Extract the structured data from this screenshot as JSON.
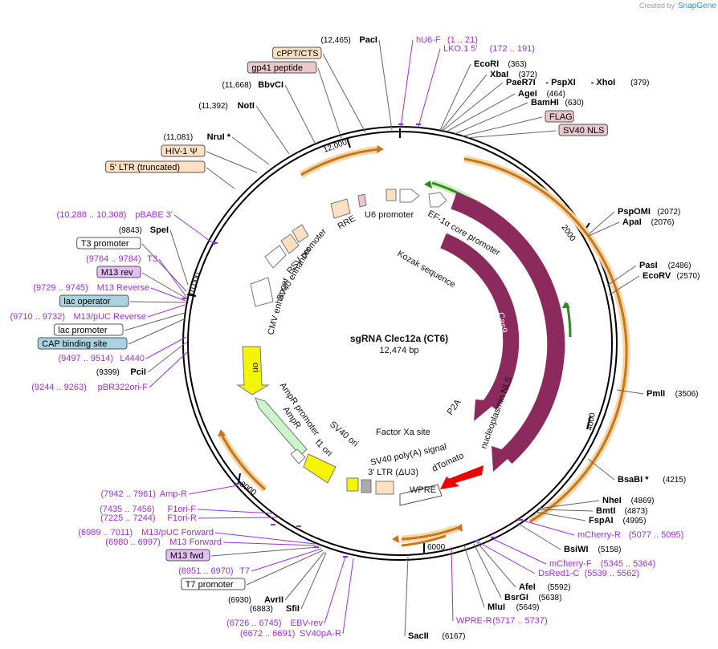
{
  "credit": {
    "created_by": "Created by",
    "brand": "SnapGene"
  },
  "plasmid": {
    "name": "sgRNA Clec12a (CT6)",
    "size": "12,474 bp"
  },
  "ticks": [
    "2000",
    "4000",
    "6000",
    "8000",
    "10,000",
    "12,000"
  ],
  "left_labels": [
    {
      "kind": "site",
      "pos": "(12,465)",
      "name": "PacI"
    },
    {
      "kind": "box",
      "name": "cPPT/CTS",
      "color": "#fde0c2"
    },
    {
      "kind": "box",
      "name": "gp41 peptide",
      "color": "#e8c8cc"
    },
    {
      "kind": "site",
      "pos": "(11,668)",
      "name": "BbvCI"
    },
    {
      "kind": "site",
      "pos": "(11,392)",
      "name": "NotI"
    },
    {
      "kind": "site",
      "pos": "(11,081)",
      "name": "NruI *"
    },
    {
      "kind": "box",
      "name": "HIV-1 Ψ",
      "color": "#fde0c2"
    },
    {
      "kind": "box",
      "name": "5' LTR (truncated)",
      "color": "#fde0c2"
    },
    {
      "kind": "primer",
      "pos": "(10,288 .. 10,308)",
      "name": "pBABE 3'"
    },
    {
      "kind": "site",
      "pos": "(9843)",
      "name": "SpeI"
    },
    {
      "kind": "box",
      "name": "T3 promoter",
      "color": "#ffffff"
    },
    {
      "kind": "primer",
      "pos": "(9764 .. 9784)",
      "name": "T3"
    },
    {
      "kind": "box",
      "name": "M13 rev",
      "color": "#e4bff3"
    },
    {
      "kind": "primer",
      "pos": "(9729 .. 9745)",
      "name": "M13 Reverse"
    },
    {
      "kind": "box",
      "name": "lac operator",
      "color": "#a9d3e0"
    },
    {
      "kind": "primer",
      "pos": "(9710 .. 9732)",
      "name": "M13/pUC Reverse"
    },
    {
      "kind": "box",
      "name": "lac promoter",
      "color": "#ffffff"
    },
    {
      "kind": "box",
      "name": "CAP binding site",
      "color": "#a9d3e0"
    },
    {
      "kind": "primer",
      "pos": "(9497 .. 9514)",
      "name": "L4440"
    },
    {
      "kind": "site",
      "pos": "(9399)",
      "name": "PciI"
    },
    {
      "kind": "primer",
      "pos": "(9244 .. 9263)",
      "name": "pBR322ori-F"
    },
    {
      "kind": "primer",
      "pos": "(7942 .. 7961)",
      "name": "Amp-R"
    },
    {
      "kind": "primer",
      "pos": "(7435 .. 7456)",
      "name": "F1ori-F"
    },
    {
      "kind": "primer",
      "pos": "(7225 .. 7244)",
      "name": "F1ori-R"
    },
    {
      "kind": "primer",
      "pos": "(6989 .. 7011)",
      "name": "M13/pUC Forward"
    },
    {
      "kind": "primer",
      "pos": "(6980 .. 6997)",
      "name": "M13 Forward"
    },
    {
      "kind": "box",
      "name": "M13 fwd",
      "color": "#e4bff3"
    },
    {
      "kind": "primer",
      "pos": "(6951 .. 6970)",
      "name": "T7"
    },
    {
      "kind": "box",
      "name": "T7 promoter",
      "color": "#ffffff"
    },
    {
      "kind": "site",
      "pos": "(6930)",
      "name": "AvrII"
    },
    {
      "kind": "site",
      "pos": "(6883)",
      "name": "SfiI"
    },
    {
      "kind": "primer",
      "pos": "(6726 .. 6745)",
      "name": "EBV-rev"
    },
    {
      "kind": "primer",
      "pos": "(6672 .. 6691)",
      "name": "SV40pA-R"
    }
  ],
  "right_labels": [
    {
      "kind": "primer",
      "name": "hU6-F",
      "pos": "(1 .. 21)"
    },
    {
      "kind": "primer",
      "name": "LKO.1 5'",
      "pos": "(172 .. 191)"
    },
    {
      "kind": "site",
      "name": "EcoRI",
      "pos": "(363)"
    },
    {
      "kind": "site",
      "name": "XbaI",
      "pos": "(372)"
    },
    {
      "kind": "site3",
      "name": "PaeR7I",
      "name2": "- PspXI",
      "name3": "- XhoI",
      "pos": "(379)"
    },
    {
      "kind": "site",
      "name": "AgeI",
      "pos": "(464)"
    },
    {
      "kind": "site",
      "name": "BamHI",
      "pos": "(630)"
    },
    {
      "kind": "box",
      "name": "FLAG",
      "color": "#e8c8cc"
    },
    {
      "kind": "box",
      "name": "SV40 NLS",
      "color": "#e8c8cc"
    },
    {
      "kind": "site",
      "name": "PspOMI",
      "pos": "(2072)"
    },
    {
      "kind": "site",
      "name": "ApaI",
      "pos": "(2076)"
    },
    {
      "kind": "site",
      "name": "PasI",
      "pos": "(2486)"
    },
    {
      "kind": "site",
      "name": "EcoRV",
      "pos": "(2570)"
    },
    {
      "kind": "site",
      "name": "PmlI",
      "pos": "(3506)"
    },
    {
      "kind": "site",
      "name": "BsaBI *",
      "pos": "(4215)"
    },
    {
      "kind": "site",
      "name": "NheI",
      "pos": "(4869)"
    },
    {
      "kind": "site",
      "name": "BmtI",
      "pos": "(4873)"
    },
    {
      "kind": "site",
      "name": "FspAI",
      "pos": "(4995)"
    },
    {
      "kind": "primer",
      "name": "mCherry-R",
      "pos": "(5077 .. 5095)"
    },
    {
      "kind": "site",
      "name": "BsiWI",
      "pos": "(5158)"
    },
    {
      "kind": "primer",
      "name": "mCherry-F",
      "pos": "(5345 .. 5364)"
    },
    {
      "kind": "primer",
      "name": "DsRed1-C",
      "pos": "(5539 .. 5562)"
    },
    {
      "kind": "site",
      "name": "AfeI",
      "pos": "(5592)"
    },
    {
      "kind": "site",
      "name": "BsrGI",
      "pos": "(5638)"
    },
    {
      "kind": "site",
      "name": "MluI",
      "pos": "(5649)"
    },
    {
      "kind": "primer",
      "name": "WPRE-R",
      "pos": "(5717 .. 5737)"
    },
    {
      "kind": "site",
      "name": "SacII",
      "pos": "(6167)"
    }
  ],
  "inner_labels": [
    "U6 promoter",
    "RRE",
    "RSV promoter",
    "SV40 enhancer",
    "CMV enhancer",
    "EF-1α core promoter",
    "Kozak sequence",
    "Cas9",
    "Cas9",
    "P2A",
    "nucleoplasmin NLS",
    "dTomato",
    "WPRE",
    "3' LTR (ΔU3)",
    "SV40 poly(A) signal",
    "Factor Xa site",
    "SV40 ori",
    "f1 ori",
    "AmpR",
    "AmpR promoter",
    "ori"
  ],
  "colors": {
    "primer": "#9b30d9",
    "cas9": "#8c2a5e",
    "dtomato": "#ee0000",
    "ori": "#f5f500",
    "ampr": "#ccf5cc",
    "orange_arc": "#c8761a",
    "green_arc": "#2e8b1f",
    "peach": "#fde0c2"
  }
}
